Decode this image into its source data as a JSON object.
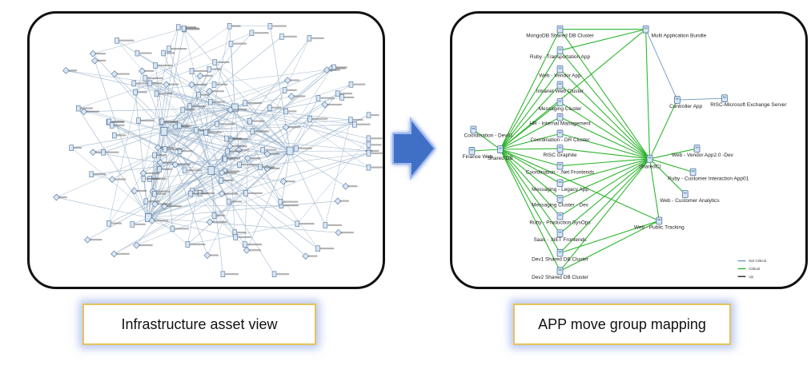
{
  "captions": {
    "left": "Infrastructure asset view",
    "right": "APP move group mapping"
  },
  "colors": {
    "edge_infra": "#9fb6cc",
    "edge_app": "#2bb52b",
    "edge_secondary": "#6b97c2",
    "node_fill": "#d8e6f4",
    "node_stroke": "#4a6d95",
    "arrow": "#3f6fc6",
    "caption_border": "#e6c35a",
    "caption_glow": "#7896e6"
  },
  "app_map": {
    "hubs": [
      "Shared DB",
      "SharedCI"
    ],
    "left_nodes": [
      "Coordination - Dev01",
      "Finance Web"
    ],
    "middle_nodes": [
      "MongoDB Shared DB Cluster",
      "Ruby - Transportation App",
      "Web - Vendor App",
      "Intranet Web Cluster",
      "Messaging Cluster",
      "HR - Internal Management",
      "Coordination - DR Cluster",
      "RISC Graphite",
      "Coordination - .Net Frontends",
      "Messaging - Legacy App",
      "Messaging Cluster - Dev",
      "Ruby - Production SysOps",
      "Saas - .NET Frontends",
      "Dev1 Shared DB Cluster",
      "Dev2 Shared DB Cluster"
    ],
    "right_nodes": [
      "Multi Application Bundle",
      "Controller App",
      "RISC-Microsoft Exchange Server",
      "Web - Vendor App2.0 -Dev",
      "Ruby - Customer Interaction App01",
      "Web - Customer Analytics",
      "Web - Public Tracking"
    ],
    "legend": [
      "Not Critical",
      "Critical",
      "Up"
    ]
  }
}
